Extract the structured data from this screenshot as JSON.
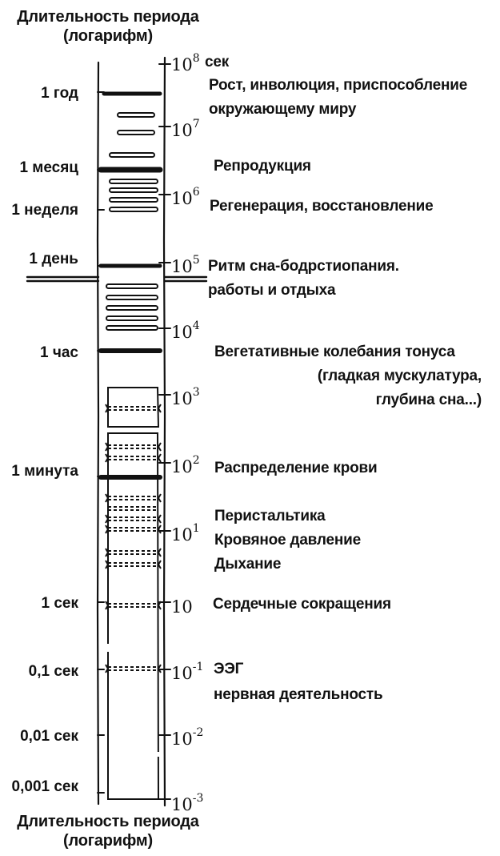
{
  "title_top": [
    "Длительность периода",
    "(логарифм)"
  ],
  "title_bottom": [
    "Длительность периода",
    "(логарифм)"
  ],
  "unit_label": "сек",
  "scale_labels": [
    {
      "base": "10",
      "exp": "8"
    },
    {
      "base": "10",
      "exp": "7"
    },
    {
      "base": "10",
      "exp": "6"
    },
    {
      "base": "10",
      "exp": "5"
    },
    {
      "base": "10",
      "exp": "4"
    },
    {
      "base": "10",
      "exp": "3"
    },
    {
      "base": "10",
      "exp": "2"
    },
    {
      "base": "10",
      "exp": "1"
    },
    {
      "base": "10",
      "exp": ""
    },
    {
      "base": "10",
      "exp": "-1"
    },
    {
      "base": "10",
      "exp": "-2"
    },
    {
      "base": "10",
      "exp": "-3"
    }
  ],
  "left_labels": [
    "1 год",
    "1 месяц",
    "1 неделя",
    "1 день",
    "1 час",
    "1 минута",
    "1 сек",
    "0,1 сек",
    "0,01 сек",
    "0,001 сек"
  ],
  "rhythms": [
    {
      "lines": [
        "Рост, инволюция, приспособление",
        "окружающему миру"
      ]
    },
    {
      "lines": [
        "Репродукция"
      ]
    },
    {
      "lines": [
        "Регенерация, восстановление"
      ]
    },
    {
      "lines": [
        "Ритм сна-бодрстиопания.",
        "работы и отдыха"
      ]
    },
    {
      "lines": [
        "Вегетативные колебания тонуса",
        "(гладкая мускулатура,",
        "глубина сна...)"
      ]
    },
    {
      "lines": [
        "Распределение крови"
      ]
    },
    {
      "lines": [
        "Перистальтика",
        "Кровяное давление",
        "Дыхание"
      ]
    },
    {
      "lines": [
        "Сердечные сокращения"
      ]
    },
    {
      "lines": [
        "ЭЭГ",
        "нервная деятельность"
      ]
    }
  ]
}
